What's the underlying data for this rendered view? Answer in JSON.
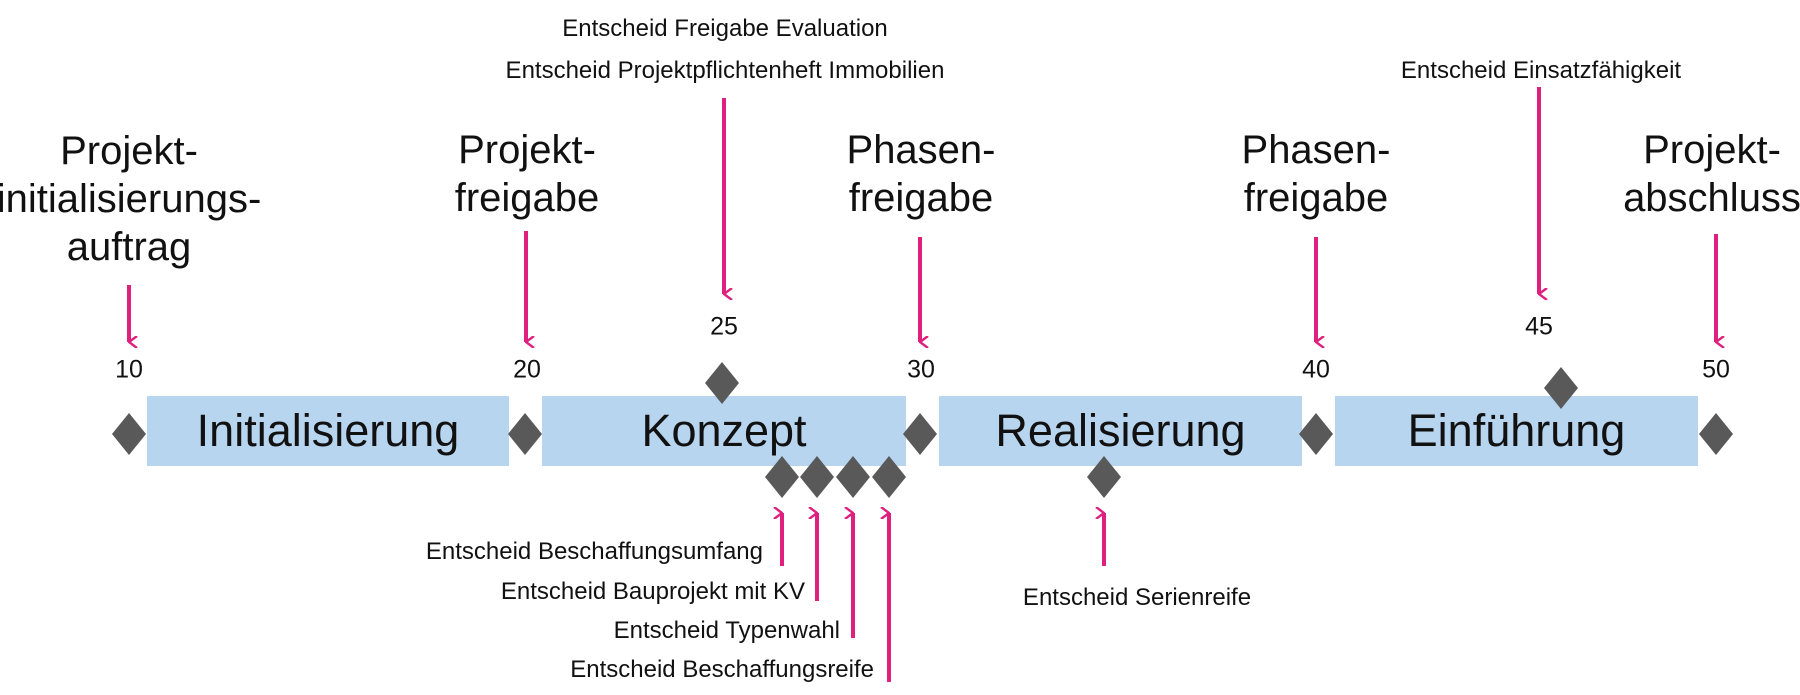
{
  "colors": {
    "arrow": "#e0207f",
    "diamond": "#595959",
    "phase": "#b8d5f0"
  },
  "phases": [
    "Initialisierung",
    "Konzept",
    "Realisierung",
    "Einführung"
  ],
  "milestones": {
    "m10": {
      "number": "10",
      "label": [
        "Projekt-",
        "initialisierungs-",
        "auftrag"
      ]
    },
    "m20": {
      "number": "20",
      "label": [
        "Projekt-",
        "freigabe"
      ]
    },
    "m25": {
      "number": "25",
      "label": [
        "Entscheid Freigabe Evaluation",
        "Entscheid Projektpflichtenheft Immobilien"
      ]
    },
    "m30": {
      "number": "30",
      "label": [
        "Phasen-",
        "freigabe"
      ]
    },
    "m40": {
      "number": "40",
      "label": [
        "Phasen-",
        "freigabe"
      ]
    },
    "m45": {
      "number": "45",
      "label": [
        "Entscheid Einsatzfähigkeit"
      ]
    },
    "m50": {
      "number": "50",
      "label": [
        "Projekt-",
        "abschluss"
      ]
    }
  },
  "decisions_below": [
    "Entscheid Beschaffungsumfang",
    "Entscheid Bauprojekt mit KV",
    "Entscheid Typenwahl",
    "Entscheid Beschaffungsreife",
    "Entscheid Serienreife"
  ]
}
